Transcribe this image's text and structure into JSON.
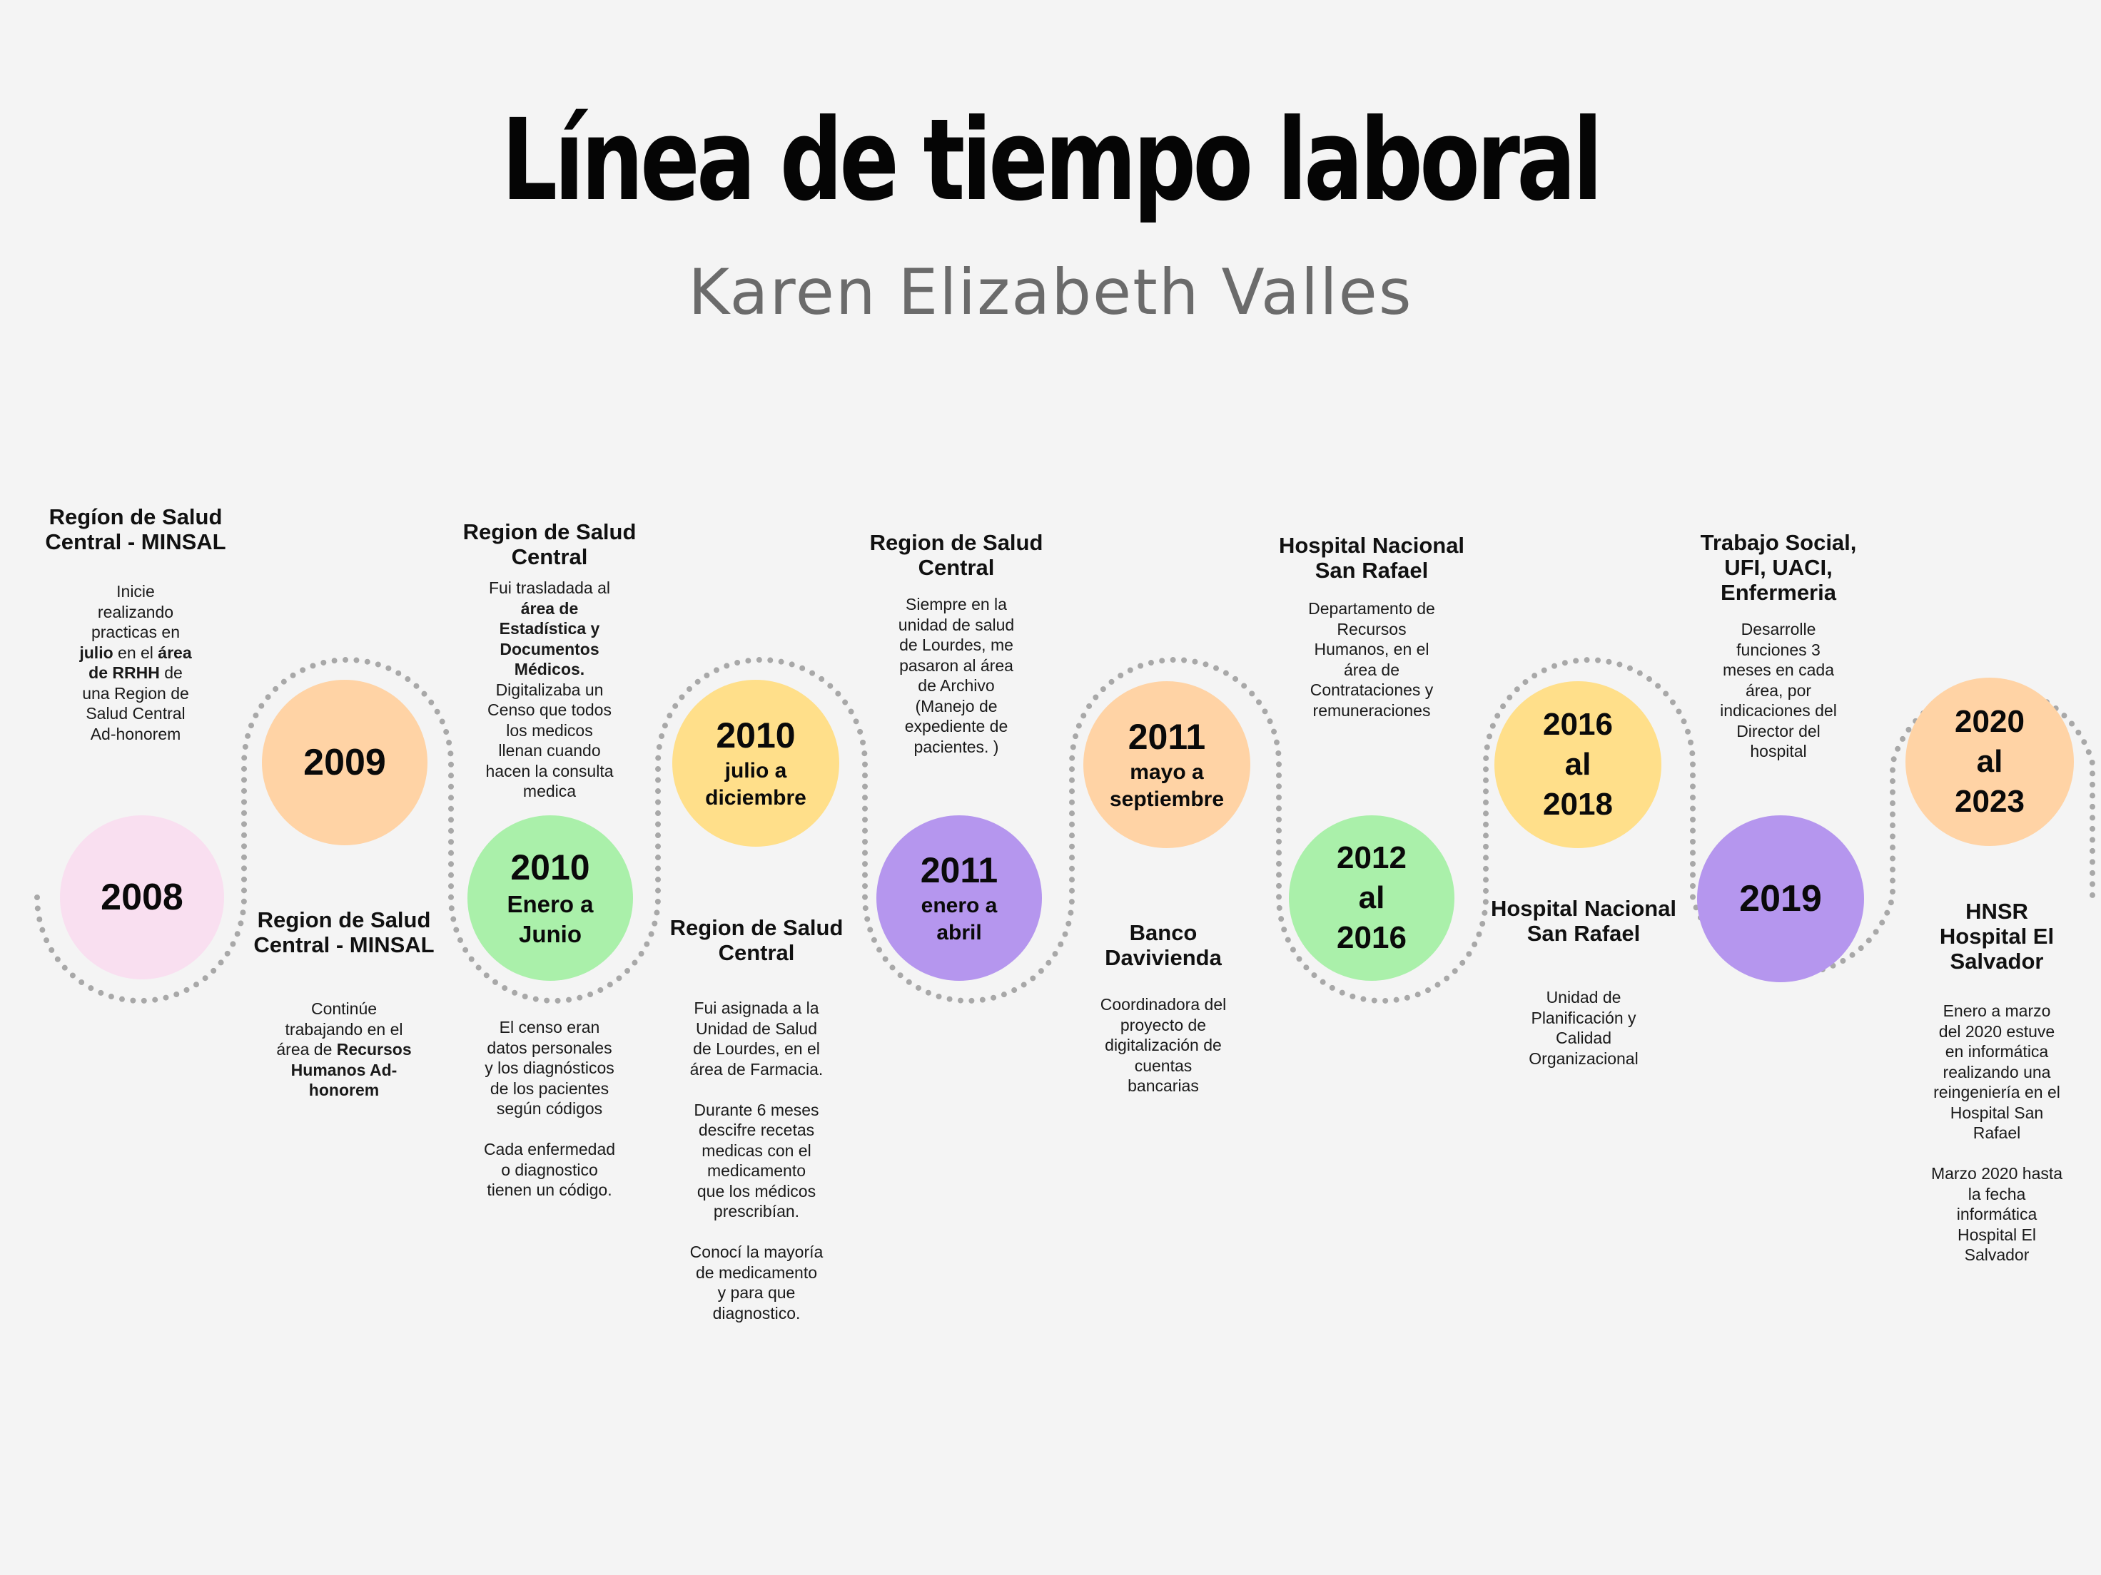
{
  "title": "Línea de tiempo laboral",
  "subtitle": "Karen Elizabeth Valles",
  "colors": {
    "pink": "#f9dff0",
    "peach": "#ffd3a5",
    "yellow": "#ffdf8a",
    "green": "#aaf0aa",
    "purple": "#b596ee",
    "dots": "#a8a8a8",
    "background": "#f4f4f4"
  },
  "milestones": [
    {
      "year": "2008",
      "sub": "",
      "color": "pink",
      "heading": "Regíon de Salud\nCentral - MINSAL",
      "description": [
        [
          "Inicie\nrealizando\npracticas en\n",
          false
        ],
        [
          "julio",
          true
        ],
        [
          " en el ",
          false
        ],
        [
          "área\nde RRHH",
          true
        ],
        [
          " de\nuna Region de\nSalud Central\nAd-honorem",
          false
        ]
      ]
    },
    {
      "year": "2009",
      "sub": "",
      "color": "peach",
      "heading": "Region de Salud\nCentral - MINSAL",
      "description": [
        [
          "Continúe\ntrabajando en el\nárea de ",
          false
        ],
        [
          "Recursos\nHumanos Ad-\nhonorem",
          true
        ]
      ]
    },
    {
      "year": "2010",
      "sub": "Enero a\nJunio",
      "color": "green",
      "heading": "Region de Salud\nCentral",
      "description": [
        [
          "Fui trasladada al\n",
          false
        ],
        [
          "área de\nEstadística y\nDocumentos\nMédicos.",
          true
        ],
        [
          "\nDigitalizaba un\nCenso que todos\nlos medicos\nllenan cuando\nhacen la consulta\nmedica",
          false
        ]
      ],
      "description2": [
        [
          "El censo eran\ndatos personales\ny los diagnósticos\nde los pacientes\nsegún códigos\n\nCada enfermedad\no diagnostico\ntienen un código.",
          false
        ]
      ]
    },
    {
      "year": "2010",
      "sub": "julio a\ndiciembre",
      "color": "yellow",
      "heading": "Region de Salud\nCentral",
      "description": [
        [
          "Fui asignada a la\nUnidad de Salud\nde Lourdes, en el\nárea de Farmacia.\n\nDurante 6 meses\ndescifre recetas\nmedicas con el\nmedicamento\nque los médicos\nprescribían.\n\nConocí la mayoría\nde medicamento\ny para que\ndiagnostico.",
          false
        ]
      ]
    },
    {
      "year": "2011",
      "sub": "enero a\nabril",
      "color": "purple",
      "heading": "Region de Salud\nCentral",
      "description": [
        [
          "Siempre en la\nunidad de salud\nde Lourdes, me\npasaron al área\nde Archivo\n(Manejo de\nexpediente de\npacientes. )",
          false
        ]
      ]
    },
    {
      "year": "2011",
      "sub": "mayo a\nseptiembre",
      "color": "peach",
      "heading": "Banco\nDavivienda",
      "description": [
        [
          "Coordinadora del\nproyecto de\ndigitalización de\ncuentas\nbancarias",
          false
        ]
      ]
    },
    {
      "year": "2012\nal\n2016",
      "sub": "",
      "color": "green",
      "heading": "Hospital Nacional\nSan Rafael",
      "description": [
        [
          "Departamento de\nRecursos\nHumanos, en el\nárea de\nContrataciones y\nremuneraciones",
          false
        ]
      ]
    },
    {
      "year": "2016\nal\n2018",
      "sub": "",
      "color": "yellow",
      "heading": "Hospital Nacional\nSan Rafael",
      "description": [
        [
          "Unidad de\nPlanificación y\nCalidad\nOrganizacional",
          false
        ]
      ]
    },
    {
      "year": "2019",
      "sub": "",
      "color": "purple",
      "heading": "Trabajo Social,\nUFI, UACI,\nEnfermeria",
      "description": [
        [
          "Desarrolle\nfunciones 3\nmeses en cada\nárea, por\nindicaciones del\nDirector del\nhospital",
          false
        ]
      ]
    },
    {
      "year": "2020\nal\n2023",
      "sub": "",
      "color": "peach",
      "heading": "HNSR\nHospital El\nSalvador",
      "description": [
        [
          "Enero a marzo\ndel 2020 estuve\nen informática\nrealizando una\nreingeniería en el\nHospital San\nRafael\n\nMarzo 2020 hasta\nla fecha\ninformática\nHospital El\nSalvador",
          false
        ]
      ]
    }
  ]
}
